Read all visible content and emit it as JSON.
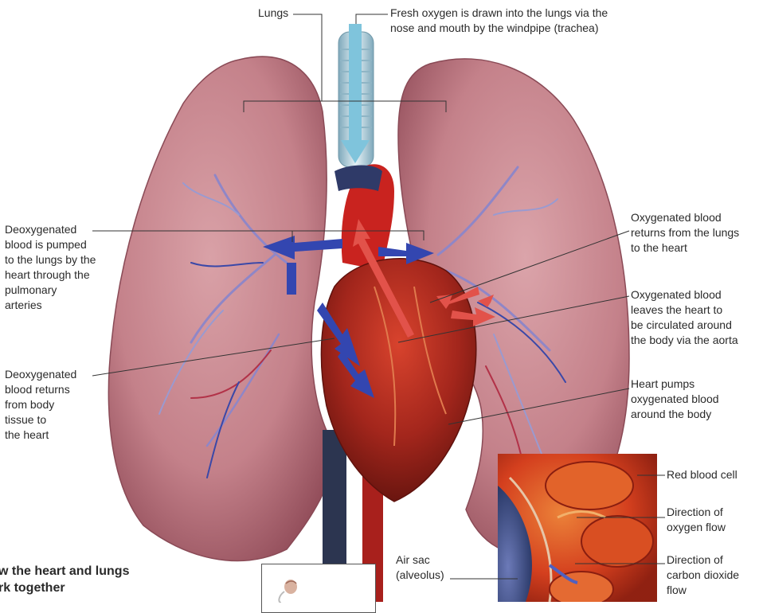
{
  "labels": {
    "lungs": "Lungs",
    "fresh_oxygen": "Fresh oxygen is drawn into the lungs via the\nnose and mouth by the windpipe (trachea)",
    "deoxy_pumped": "Deoxygenated\nblood is pumped\nto the lungs by the\nheart through the\npulmonary\narteries",
    "deoxy_returns": "Deoxygenated\nblood returns\nfrom body\ntissue to\nthe heart",
    "oxy_returns": "Oxygenated blood\nreturns from the lungs\nto the heart",
    "oxy_leaves": "Oxygenated blood\nleaves the heart to\nbe circulated around\nthe body via the aorta",
    "heart_pumps": "Heart pumps\noxygenated blood\naround the body",
    "red_blood_cell": "Red blood cell",
    "oxygen_flow": "Direction of\noxygen flow",
    "co2_flow": "Direction of\ncarbon dioxide\nflow",
    "air_sac": "Air sac\n(alveolus)"
  },
  "section_title": "w the heart and lungs\nrk together",
  "colors": {
    "lung": "#c9868f",
    "lung_dark": "#a35a67",
    "vessel_blue": "#3a48a8",
    "vessel_red": "#c4202a",
    "trachea": "#9cc9dc",
    "heart": "#a8251c",
    "leader": "#333333"
  }
}
